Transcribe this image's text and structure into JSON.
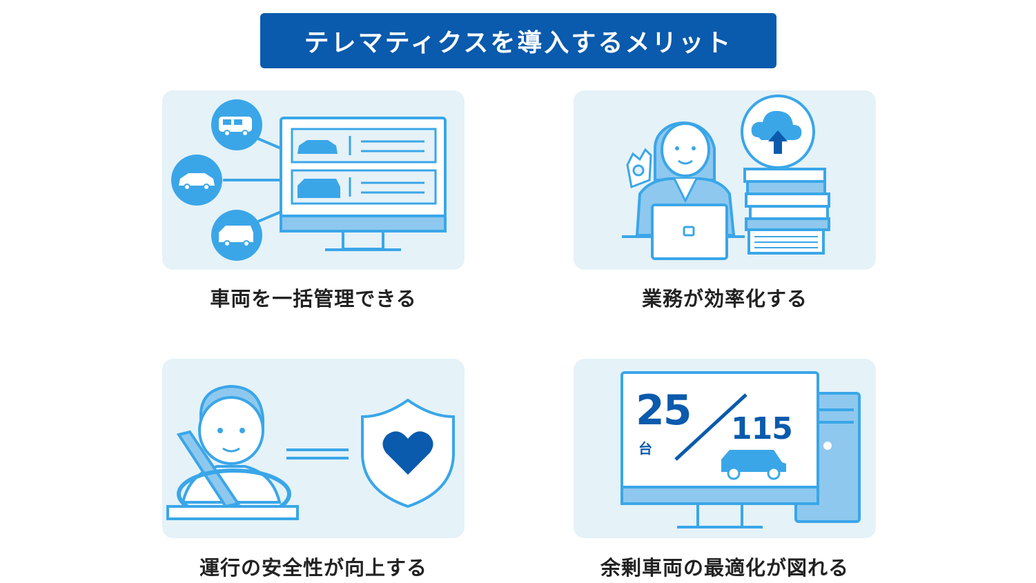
{
  "title": "テレマティクスを導入するメリット",
  "colors": {
    "banner": "#0a5aad",
    "card_bg": "#e5f2f8",
    "accent_light": "#3aa6e8",
    "accent_dark": "#0a5aad",
    "outline": "#2b95dc",
    "fill_pale": "#8ec8ee"
  },
  "benefits": [
    {
      "caption": "車両を一括管理できる",
      "illustration": "monitor-with-connected-vehicles"
    },
    {
      "caption": "業務が効率化する",
      "illustration": "office-worker-with-cloud-upload"
    },
    {
      "caption": "運行の安全性が向上する",
      "illustration": "driver-with-safety-shield"
    },
    {
      "caption": "余剰車両の最適化が図れる",
      "illustration": "computer-showing-vehicle-count"
    }
  ],
  "vehicle_count": {
    "used": "25",
    "unit": "台",
    "total": "115"
  }
}
